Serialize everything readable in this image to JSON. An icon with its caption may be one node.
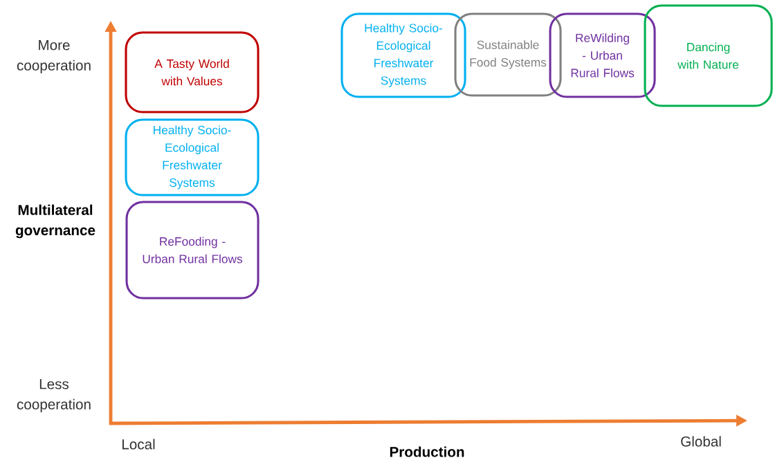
{
  "diagram": {
    "nodes": [
      {
        "text": [
          "A Tasty World with Values"
        ]
      },
      {
        "text": [
          "Healthy Socio-Ecological Freshwater Systems"
        ]
      },
      {
        "text": [
          "ReFooding - Urban Rural Flows"
        ]
      },
      {
        "text": [
          "Healthy Socio-Ecological Freshwater Systems"
        ]
      },
      {
        "text": [
          "Sustainable Food Systems"
        ]
      },
      {
        "text": [
          "ReWilding - Urban Rural Flows"
        ]
      },
      {
        "text": [
          "Dancing with Nature"
        ]
      }
    ],
    "labels": [
      "More cooperation",
      "Multilateral governance",
      "Less cooperation",
      "Local",
      "Production",
      "Global"
    ]
  }
}
